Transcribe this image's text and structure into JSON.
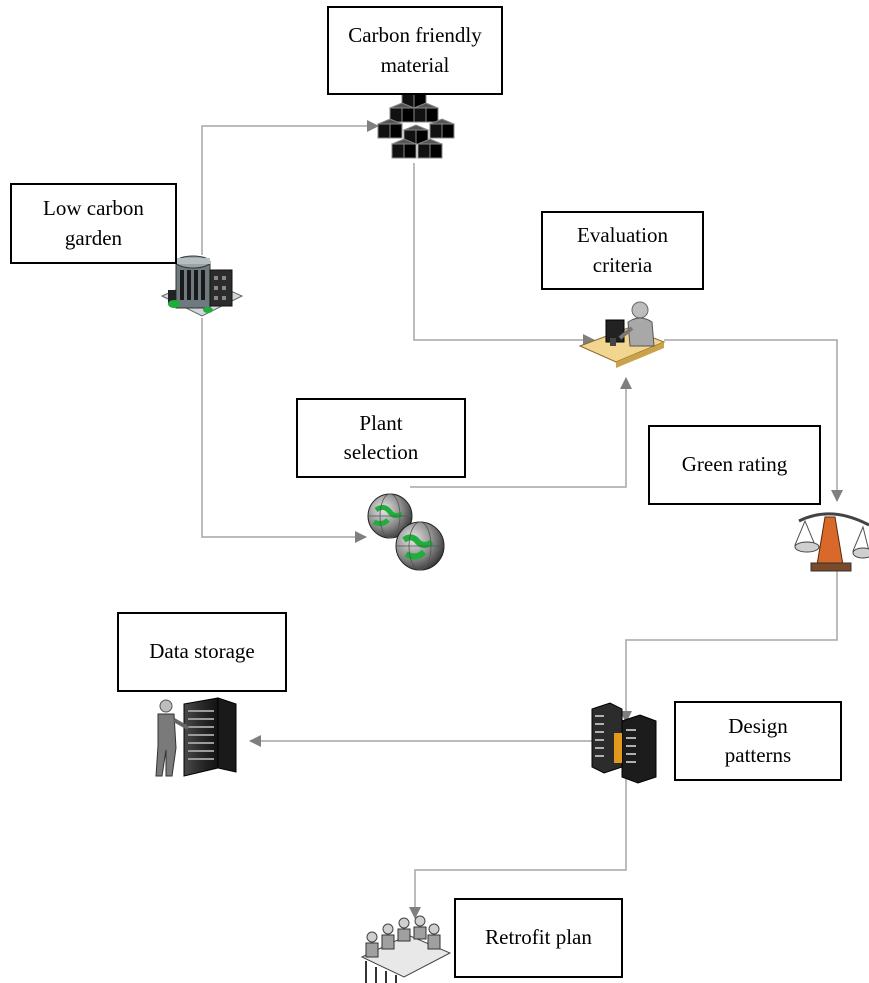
{
  "diagram": {
    "nodes": [
      {
        "id": "carbon-friendly-material",
        "label": "Carbon friendly\nmaterial",
        "icon": "blocks-icon"
      },
      {
        "id": "low-carbon-garden",
        "label": "Low carbon\ngarden",
        "icon": "building-icon"
      },
      {
        "id": "evaluation-criteria",
        "label": "Evaluation\ncriteria",
        "icon": "person-at-desk-icon"
      },
      {
        "id": "plant-selection",
        "label": "Plant\nselection",
        "icon": "globe-icon"
      },
      {
        "id": "green-rating",
        "label": "Green rating",
        "icon": "balance-scale-icon"
      },
      {
        "id": "data-storage",
        "label": "Data storage",
        "icon": "server-rack-icon"
      },
      {
        "id": "design-patterns",
        "label": "Design\npatterns",
        "icon": "servers-icon"
      },
      {
        "id": "retrofit-plan",
        "label": "Retrofit plan",
        "icon": "meeting-table-icon"
      }
    ],
    "edges": [
      {
        "from": "low-carbon-garden",
        "to": "carbon-friendly-material"
      },
      {
        "from": "low-carbon-garden",
        "to": "plant-selection"
      },
      {
        "from": "carbon-friendly-material",
        "to": "evaluation-criteria"
      },
      {
        "from": "plant-selection",
        "to": "evaluation-criteria"
      },
      {
        "from": "evaluation-criteria",
        "to": "green-rating"
      },
      {
        "from": "green-rating",
        "to": "design-patterns"
      },
      {
        "from": "design-patterns",
        "to": "data-storage"
      },
      {
        "from": "design-patterns",
        "to": "retrofit-plan"
      }
    ],
    "colors": {
      "connector": "#a6a6a6",
      "arrowhead": "#7f7f7f",
      "box_border": "#000000",
      "accent_green": "#1fae3a",
      "accent_orange": "#d9692a"
    }
  }
}
